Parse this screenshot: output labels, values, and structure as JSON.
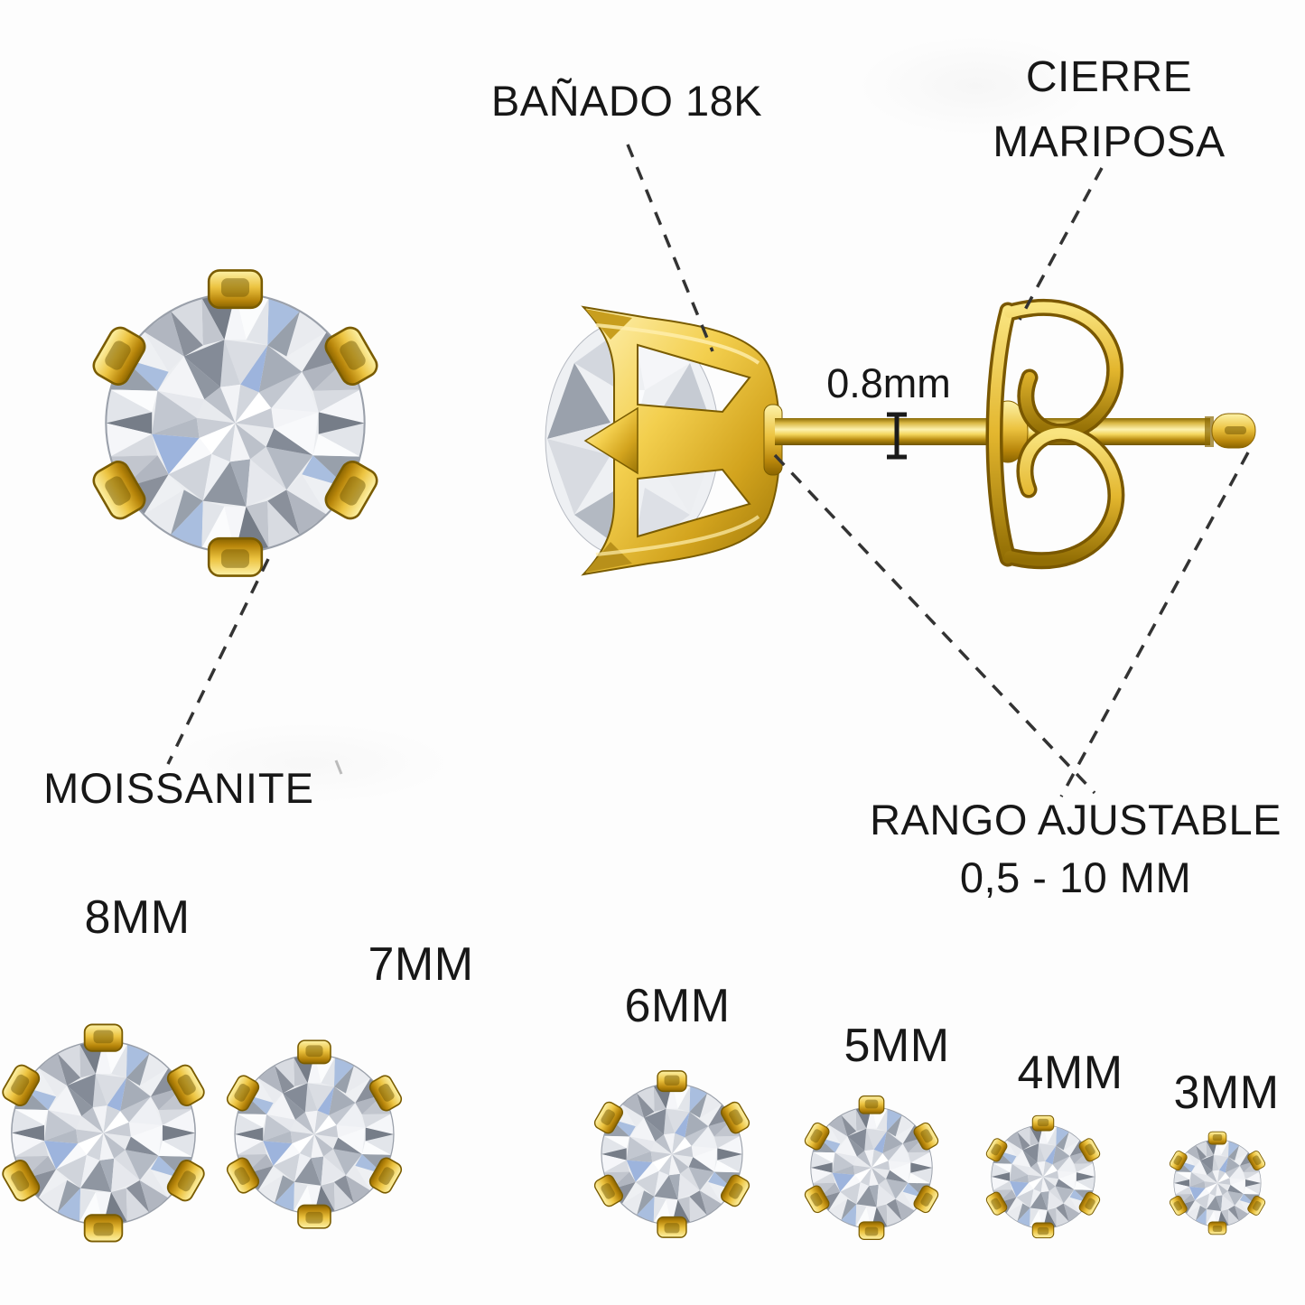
{
  "annotations": {
    "plating": "BAÑADO 18K",
    "clasp": {
      "line1": "CIERRE",
      "line2": "MARIPOSA"
    },
    "pin_thickness": "0.8mm",
    "stone_material": "MOISSANITE",
    "range": {
      "line1": "RANGO AJUSTABLE",
      "line2": "0,5 - 10 MM"
    }
  },
  "sizes": [
    {
      "label": "8MM",
      "mm": 8
    },
    {
      "label": "7MM",
      "mm": 7
    },
    {
      "label": "6MM",
      "mm": 6
    },
    {
      "label": "5MM",
      "mm": 5
    },
    {
      "label": "4MM",
      "mm": 4
    },
    {
      "label": "3MM",
      "mm": 3
    }
  ],
  "colors": {
    "background": "#fdfdfd",
    "text": "#171717",
    "annotation_line": "#333333",
    "gold": "#e8c23a",
    "gold_light": "#fdf2a8",
    "gold_dark": "#8a6400",
    "stone_light": "#f4f5f7",
    "stone_mid": "#b6bac2",
    "stone_dark": "#7c828d",
    "stone_blue_tint": "#a9bedf"
  }
}
